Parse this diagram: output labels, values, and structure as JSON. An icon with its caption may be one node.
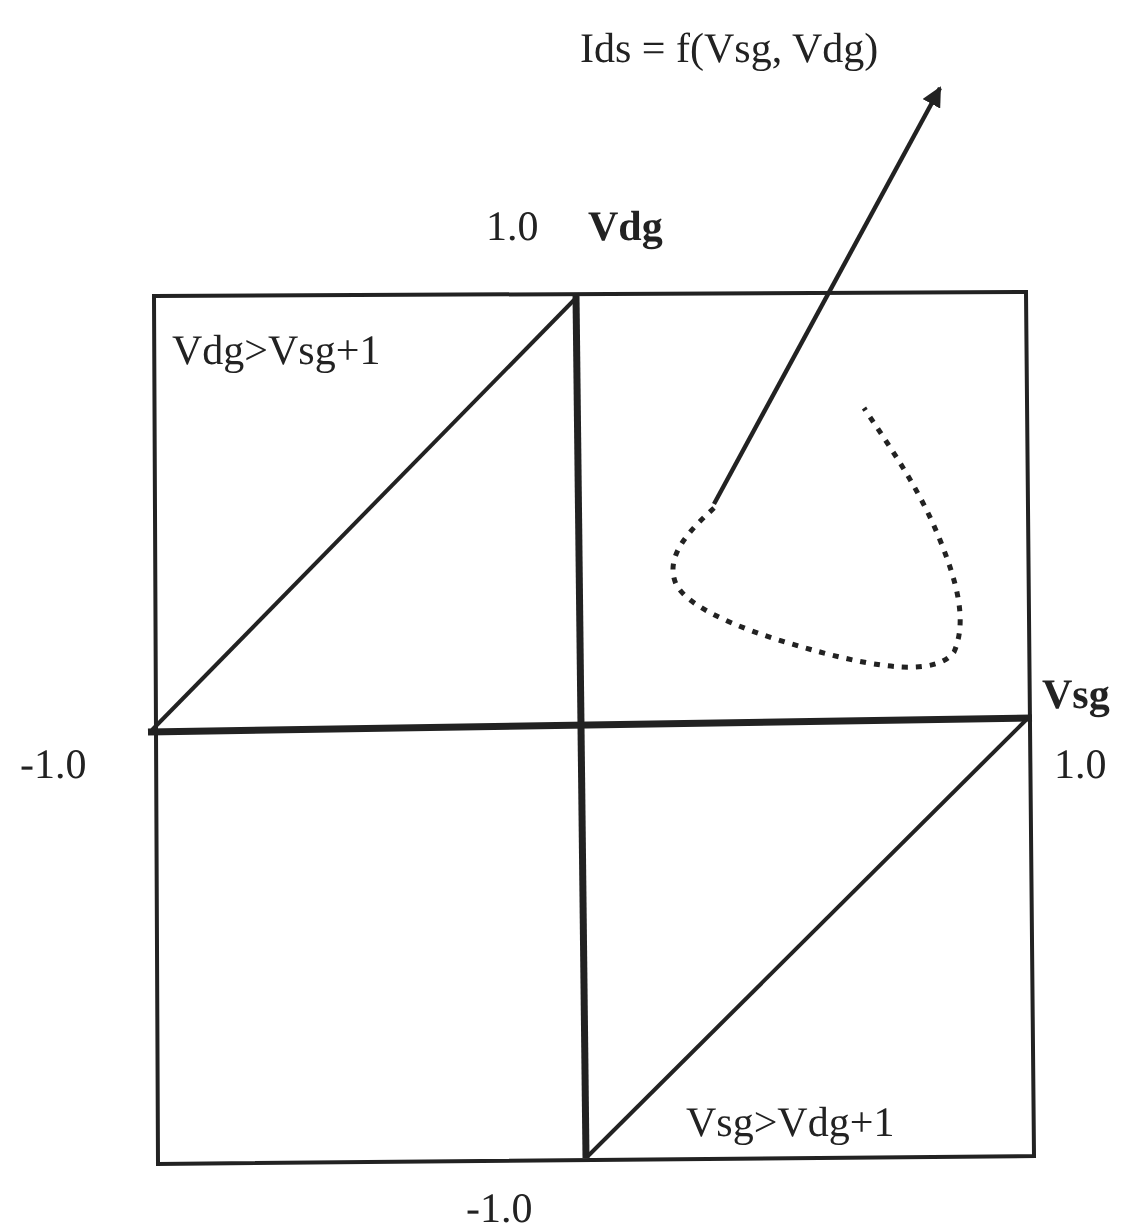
{
  "diagram": {
    "nodes": [
      {
        "text": [
          "Ids = f(Vsg, Vdg)"
        ]
      },
      {
        "text": [],
        "shape": "curve"
      }
    ],
    "edges": [
      {
        "from": 1,
        "to": 0,
        "arrow": "to"
      }
    ],
    "labels": [
      "1.0",
      "Vdg",
      "Vdg>Vsg+1",
      "Vsg",
      "-1.0",
      "1.0",
      "Vsg>Vdg+1",
      "-1.0"
    ]
  }
}
